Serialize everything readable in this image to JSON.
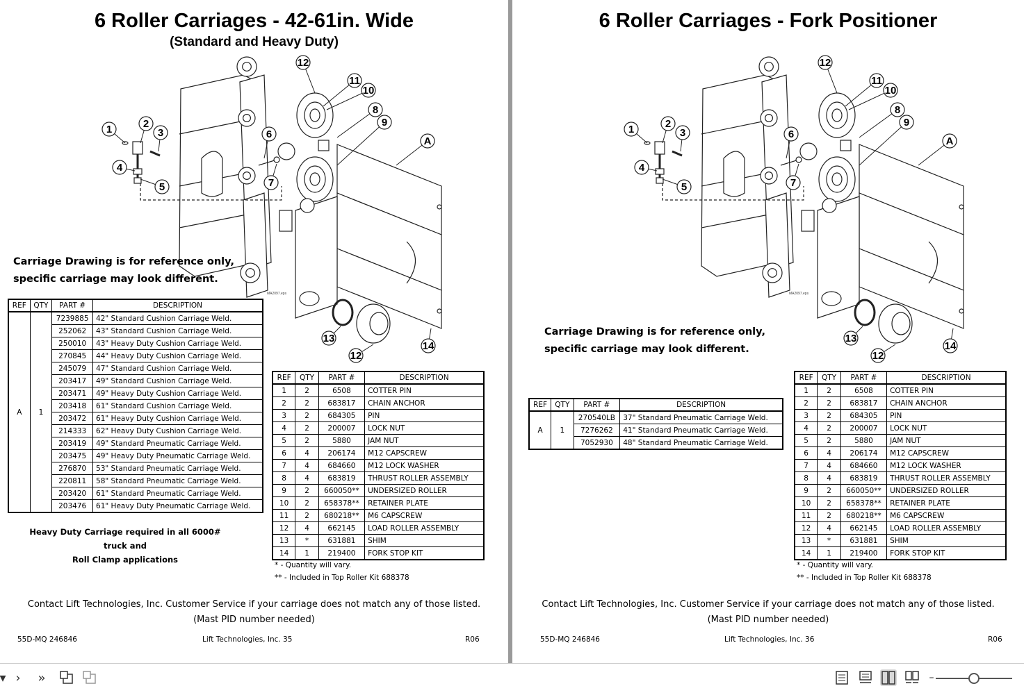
{
  "left": {
    "title": "6 Roller Carriages - 42-61in. Wide",
    "subtitle": "(Standard and Heavy Duty)",
    "note_line1": "Carriage Drawing is for reference only,",
    "note_line2": "specific carriage may look different.",
    "drawing_id": "MA2097.eps",
    "carriage_table": {
      "headers": [
        "REF",
        "QTY",
        "PART #",
        "DESCRIPTION"
      ],
      "ref": "A",
      "qty": "1",
      "rows": [
        {
          "part": "7239885",
          "desc": "42\" Standard Cushion Carriage Weld."
        },
        {
          "part": "252062",
          "desc": "43\" Standard Cushion Carriage Weld."
        },
        {
          "part": "250010",
          "desc": "43\" Heavy Duty Cushion Carriage Weld."
        },
        {
          "part": "270845",
          "desc": "44\" Heavy Duty Cushion Carriage Weld."
        },
        {
          "part": "245079",
          "desc": "47\" Standard Cushion Carriage Weld."
        },
        {
          "part": "203417",
          "desc": "49\" Standard Cushion Carriage Weld."
        },
        {
          "part": "203471",
          "desc": "49\" Heavy Duty Cushion Carriage Weld."
        },
        {
          "part": "203418",
          "desc": "61\" Standard Cushion Carriage Weld."
        },
        {
          "part": "203472",
          "desc": "61\" Heavy Duty Cushion Carriage Weld."
        },
        {
          "part": "214333",
          "desc": "62\" Heavy Duty Cushion Carriage Weld."
        },
        {
          "part": "203419",
          "desc": "49\" Standard Pneumatic Carriage Weld."
        },
        {
          "part": "203475",
          "desc": "49\" Heavy Duty Pneumatic Carriage Weld."
        },
        {
          "part": "276870",
          "desc": "53\" Standard Pneumatic Carriage Weld."
        },
        {
          "part": "220811",
          "desc": "58\" Standard Pneumatic Carriage Weld."
        },
        {
          "part": "203420",
          "desc": "61\" Standard Pneumatic Carriage Weld."
        },
        {
          "part": "203476",
          "desc": "61\" Heavy Duty Pneumatic Carriage Weld."
        }
      ]
    },
    "hd_note_line1": "Heavy Duty Carriage required in all 6000# truck and",
    "hd_note_line2": "Roll Clamp applications",
    "footer_left": "55D-MQ 246846",
    "footer_center": "Lift Technologies, Inc. 35",
    "footer_right": "R06"
  },
  "right": {
    "title": "6 Roller Carriages - Fork Positioner",
    "note_line1": "Carriage Drawing is for reference only,",
    "note_line2": "specific carriage may look different.",
    "drawing_id": "MA2097.eps",
    "carriage_table": {
      "headers": [
        "REF",
        "QTY",
        "PART #",
        "DESCRIPTION"
      ],
      "ref": "A",
      "qty": "1",
      "rows": [
        {
          "part": "270540LB",
          "desc": "37\" Standard Pneumatic Carriage Weld."
        },
        {
          "part": "7276262",
          "desc": "41\" Standard Pneumatic Carriage Weld."
        },
        {
          "part": "7052930",
          "desc": "48\" Standard Pneumatic Carriage Weld."
        }
      ]
    },
    "footer_left": "55D-MQ 246846",
    "footer_center": "Lift Technologies, Inc. 36",
    "footer_right": "R06"
  },
  "parts_table": {
    "headers": [
      "REF",
      "QTY",
      "PART #",
      "DESCRIPTION"
    ],
    "rows": [
      {
        "ref": "1",
        "qty": "2",
        "part": "6508",
        "desc": "COTTER PIN"
      },
      {
        "ref": "2",
        "qty": "2",
        "part": "683817",
        "desc": "CHAIN ANCHOR"
      },
      {
        "ref": "3",
        "qty": "2",
        "part": "684305",
        "desc": "PIN"
      },
      {
        "ref": "4",
        "qty": "2",
        "part": "200007",
        "desc": "LOCK NUT"
      },
      {
        "ref": "5",
        "qty": "2",
        "part": "5880",
        "desc": "JAM NUT"
      },
      {
        "ref": "6",
        "qty": "4",
        "part": "206174",
        "desc": "M12 CAPSCREW"
      },
      {
        "ref": "7",
        "qty": "4",
        "part": "684660",
        "desc": "M12 LOCK WASHER"
      },
      {
        "ref": "8",
        "qty": "4",
        "part": "683819",
        "desc": "THRUST ROLLER ASSEMBLY"
      },
      {
        "ref": "9",
        "qty": "2",
        "part": "660050**",
        "desc": "UNDERSIZED ROLLER"
      },
      {
        "ref": "10",
        "qty": "2",
        "part": "658378**",
        "desc": "RETAINER PLATE"
      },
      {
        "ref": "11",
        "qty": "2",
        "part": "680218**",
        "desc": "M6 CAPSCREW"
      },
      {
        "ref": "12",
        "qty": "4",
        "part": "662145",
        "desc": "LOAD ROLLER ASSEMBLY"
      },
      {
        "ref": "13",
        "qty": "*",
        "part": "631881",
        "desc": "SHIM"
      },
      {
        "ref": "14",
        "qty": "1",
        "part": "219400",
        "desc": "FORK STOP KIT"
      }
    ],
    "footnote1": "* - Quantity will vary.",
    "footnote2": "** - Included in Top Roller Kit 688378"
  },
  "contact_line1": "Contact Lift Technologies, Inc. Customer Service if your carriage does not match any of those listed.",
  "contact_line2": "(Mast PID number needed)",
  "callouts": [
    "1",
    "2",
    "3",
    "4",
    "5",
    "6",
    "7",
    "8",
    "9",
    "10",
    "11",
    "12",
    "12",
    "13",
    "14",
    "A"
  ],
  "toolbar": {
    "icons": [
      "dropdown-arrow-icon",
      "next-page-icon",
      "last-page-icon",
      "rotate-pages-icon",
      "extract-pages-icon",
      "single-page-view-icon",
      "continuous-view-icon",
      "two-page-view-icon",
      "two-page-continuous-icon"
    ],
    "zoom_slider": 0.5
  }
}
